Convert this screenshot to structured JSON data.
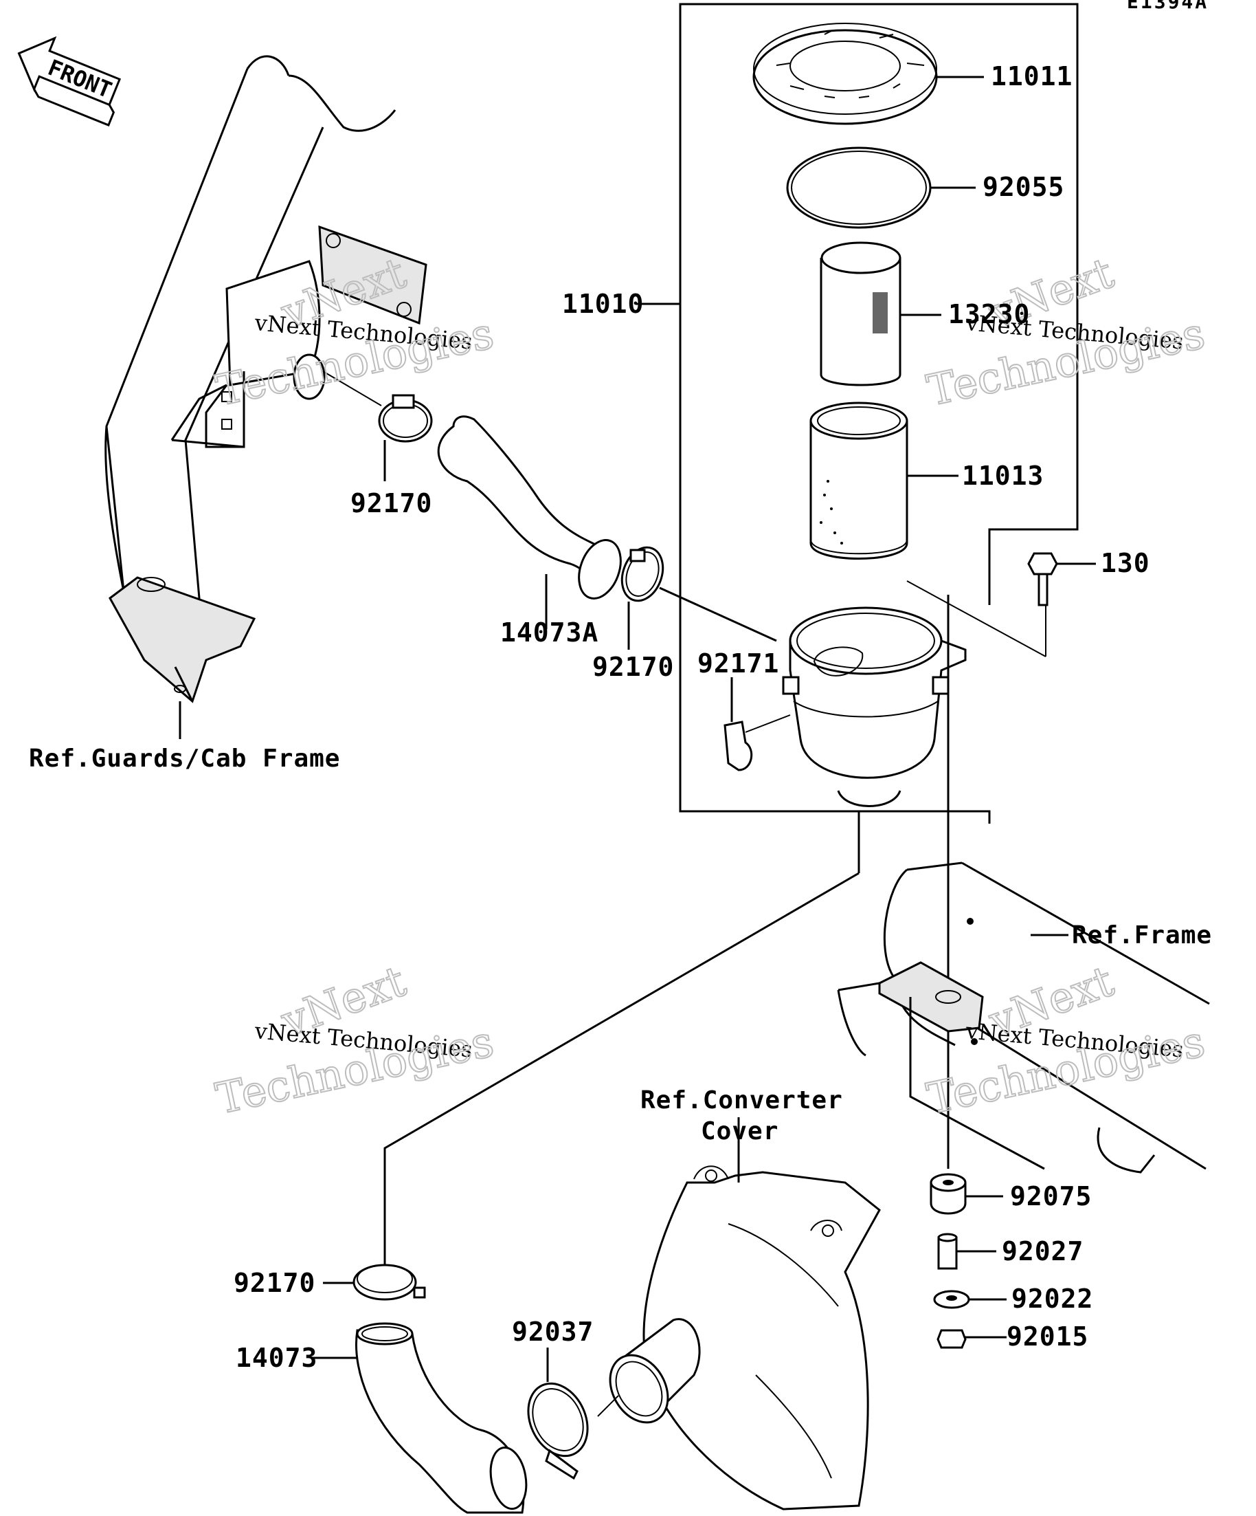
{
  "diagram": {
    "code": "E1394A",
    "front_label": "FRONT",
    "watermark": {
      "line1": "vNext Technologies",
      "line2": "vNext",
      "line3": "Technologies"
    },
    "parts": {
      "p11011": "11011",
      "p92055": "92055",
      "p11010": "11010",
      "p13230": "13230",
      "p11013": "11013",
      "p130": "130",
      "p92170_top": "92170",
      "p14073A": "14073A",
      "p92170_mid": "92170",
      "p92171": "92171",
      "p92075": "92075",
      "p92027": "92027",
      "p92022": "92022",
      "p92015": "92015",
      "p92170_bot": "92170",
      "p14073": "14073",
      "p92037": "92037"
    },
    "refs": {
      "guards": "Ref.Guards/Cab Frame",
      "frame": "Ref.Frame",
      "converter_line1": "Ref.Converter",
      "converter_line2": "Cover"
    }
  }
}
